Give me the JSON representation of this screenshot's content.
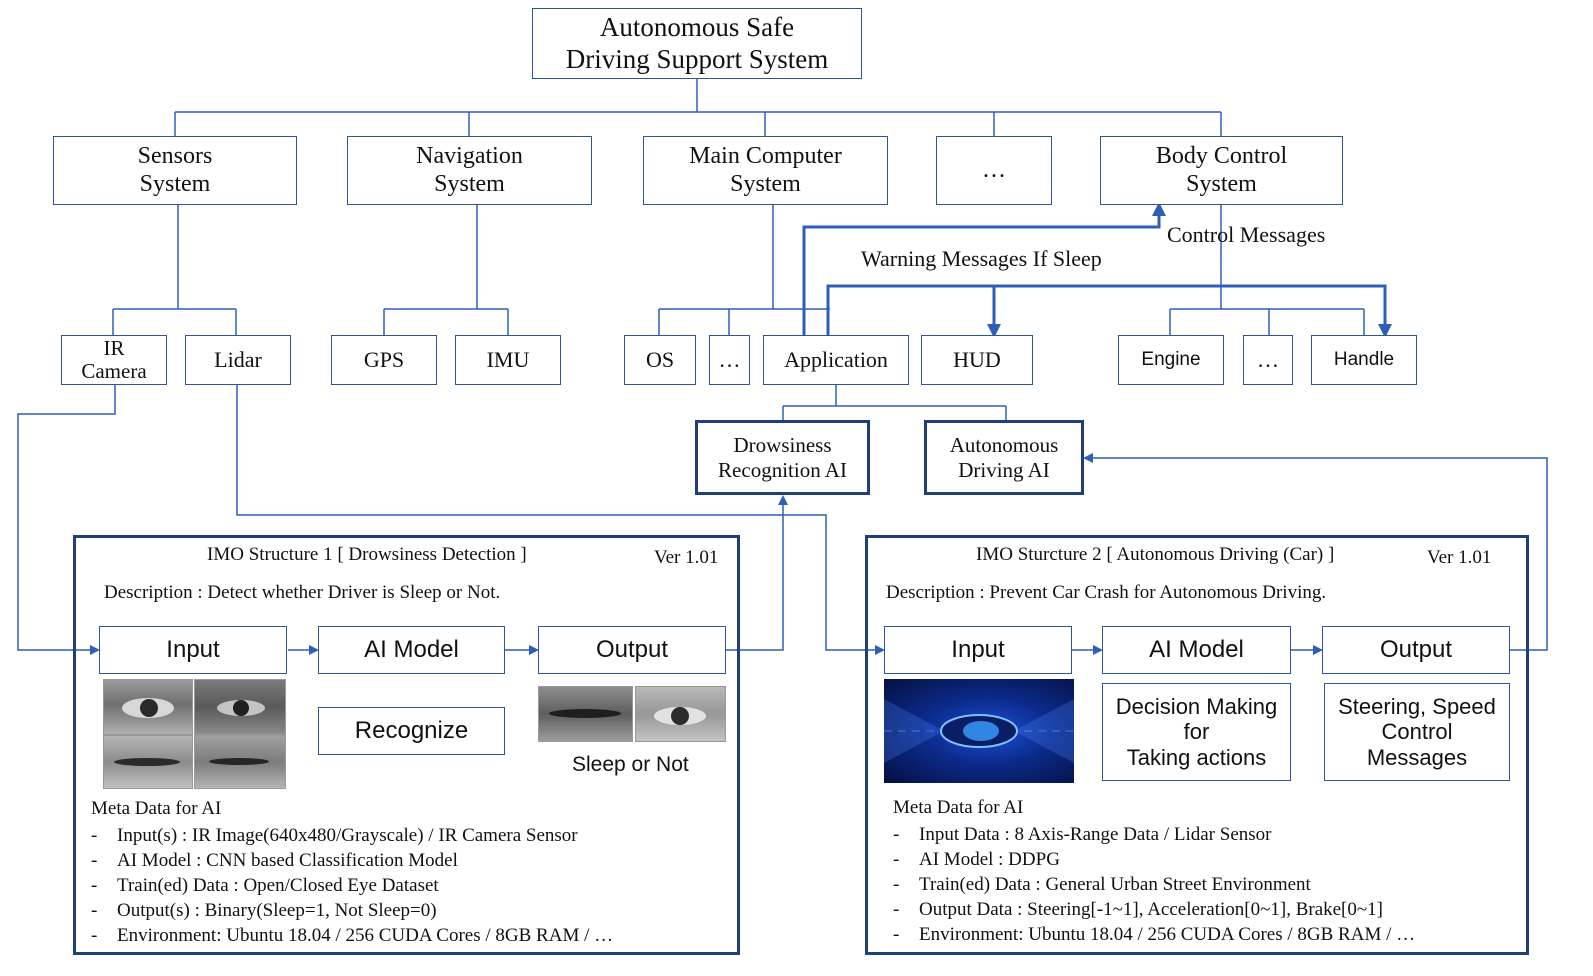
{
  "root": {
    "label": "Autonomous Safe\nDriving Support System"
  },
  "systems": {
    "sensors": "Sensors\nSystem",
    "navigation": "Navigation\nSystem",
    "main_computer": "Main Computer\nSystem",
    "ellipsis": "…",
    "body_control": "Body Control\nSystem"
  },
  "components": {
    "ir_camera": "IR\nCamera",
    "lidar": "Lidar",
    "gps": "GPS",
    "imu": "IMU",
    "os": "OS",
    "ellipsis_main": "…",
    "application": "Application",
    "hud": "HUD",
    "engine": "Engine",
    "ellipsis_body": "…",
    "handle": "Handle"
  },
  "ai_modules": {
    "drowsiness": "Drowsiness\nRecognition AI",
    "autonomous": "Autonomous\nDriving AI"
  },
  "messages": {
    "control": "Control Messages",
    "warning": "Warning Messages  If Sleep"
  },
  "imo1": {
    "title": "IMO Structure 1 [ Drowsiness Detection ]",
    "version": "Ver 1.01",
    "description": "Description : Detect whether Driver is Sleep or Not.",
    "input": "Input",
    "model": "AI Model",
    "output": "Output",
    "model_detail": "Recognize",
    "output_detail": "Sleep or Not",
    "meta_title": "Meta Data for AI",
    "meta": [
      "Input(s) : IR Image(640x480/Grayscale) / IR Camera Sensor",
      "AI Model : CNN based Classification Model",
      "Train(ed) Data : Open/Closed Eye Dataset",
      "Output(s) : Binary(Sleep=1, Not Sleep=0)",
      "Environment: Ubuntu 18.04 / 256 CUDA Cores / 8GB RAM / …"
    ]
  },
  "imo2": {
    "title": "IMO Sturcture 2 [ Autonomous Driving (Car) ]",
    "version": "Ver 1.01",
    "description": "Description : Prevent Car Crash for Autonomous Driving.",
    "input": "Input",
    "model": "AI Model",
    "output": "Output",
    "model_detail": "Decision Making\nfor\nTaking actions",
    "output_detail": "Steering, Speed\nControl\nMessages",
    "meta_title": "Meta Data for AI",
    "meta": [
      "Input Data : 8 Axis-Range Data / Lidar Sensor",
      "AI Model : DDPG",
      "Train(ed) Data : General Urban Street Environment",
      "Output Data : Steering[-1~1], Acceleration[0~1], Brake[0~1]",
      "Environment: Ubuntu 18.04 / 256 CUDA Cores / 8GB RAM / …"
    ]
  },
  "colors": {
    "line": "#2e5fb8",
    "border": "#2e5597",
    "thick_border": "#1f3f7a"
  }
}
